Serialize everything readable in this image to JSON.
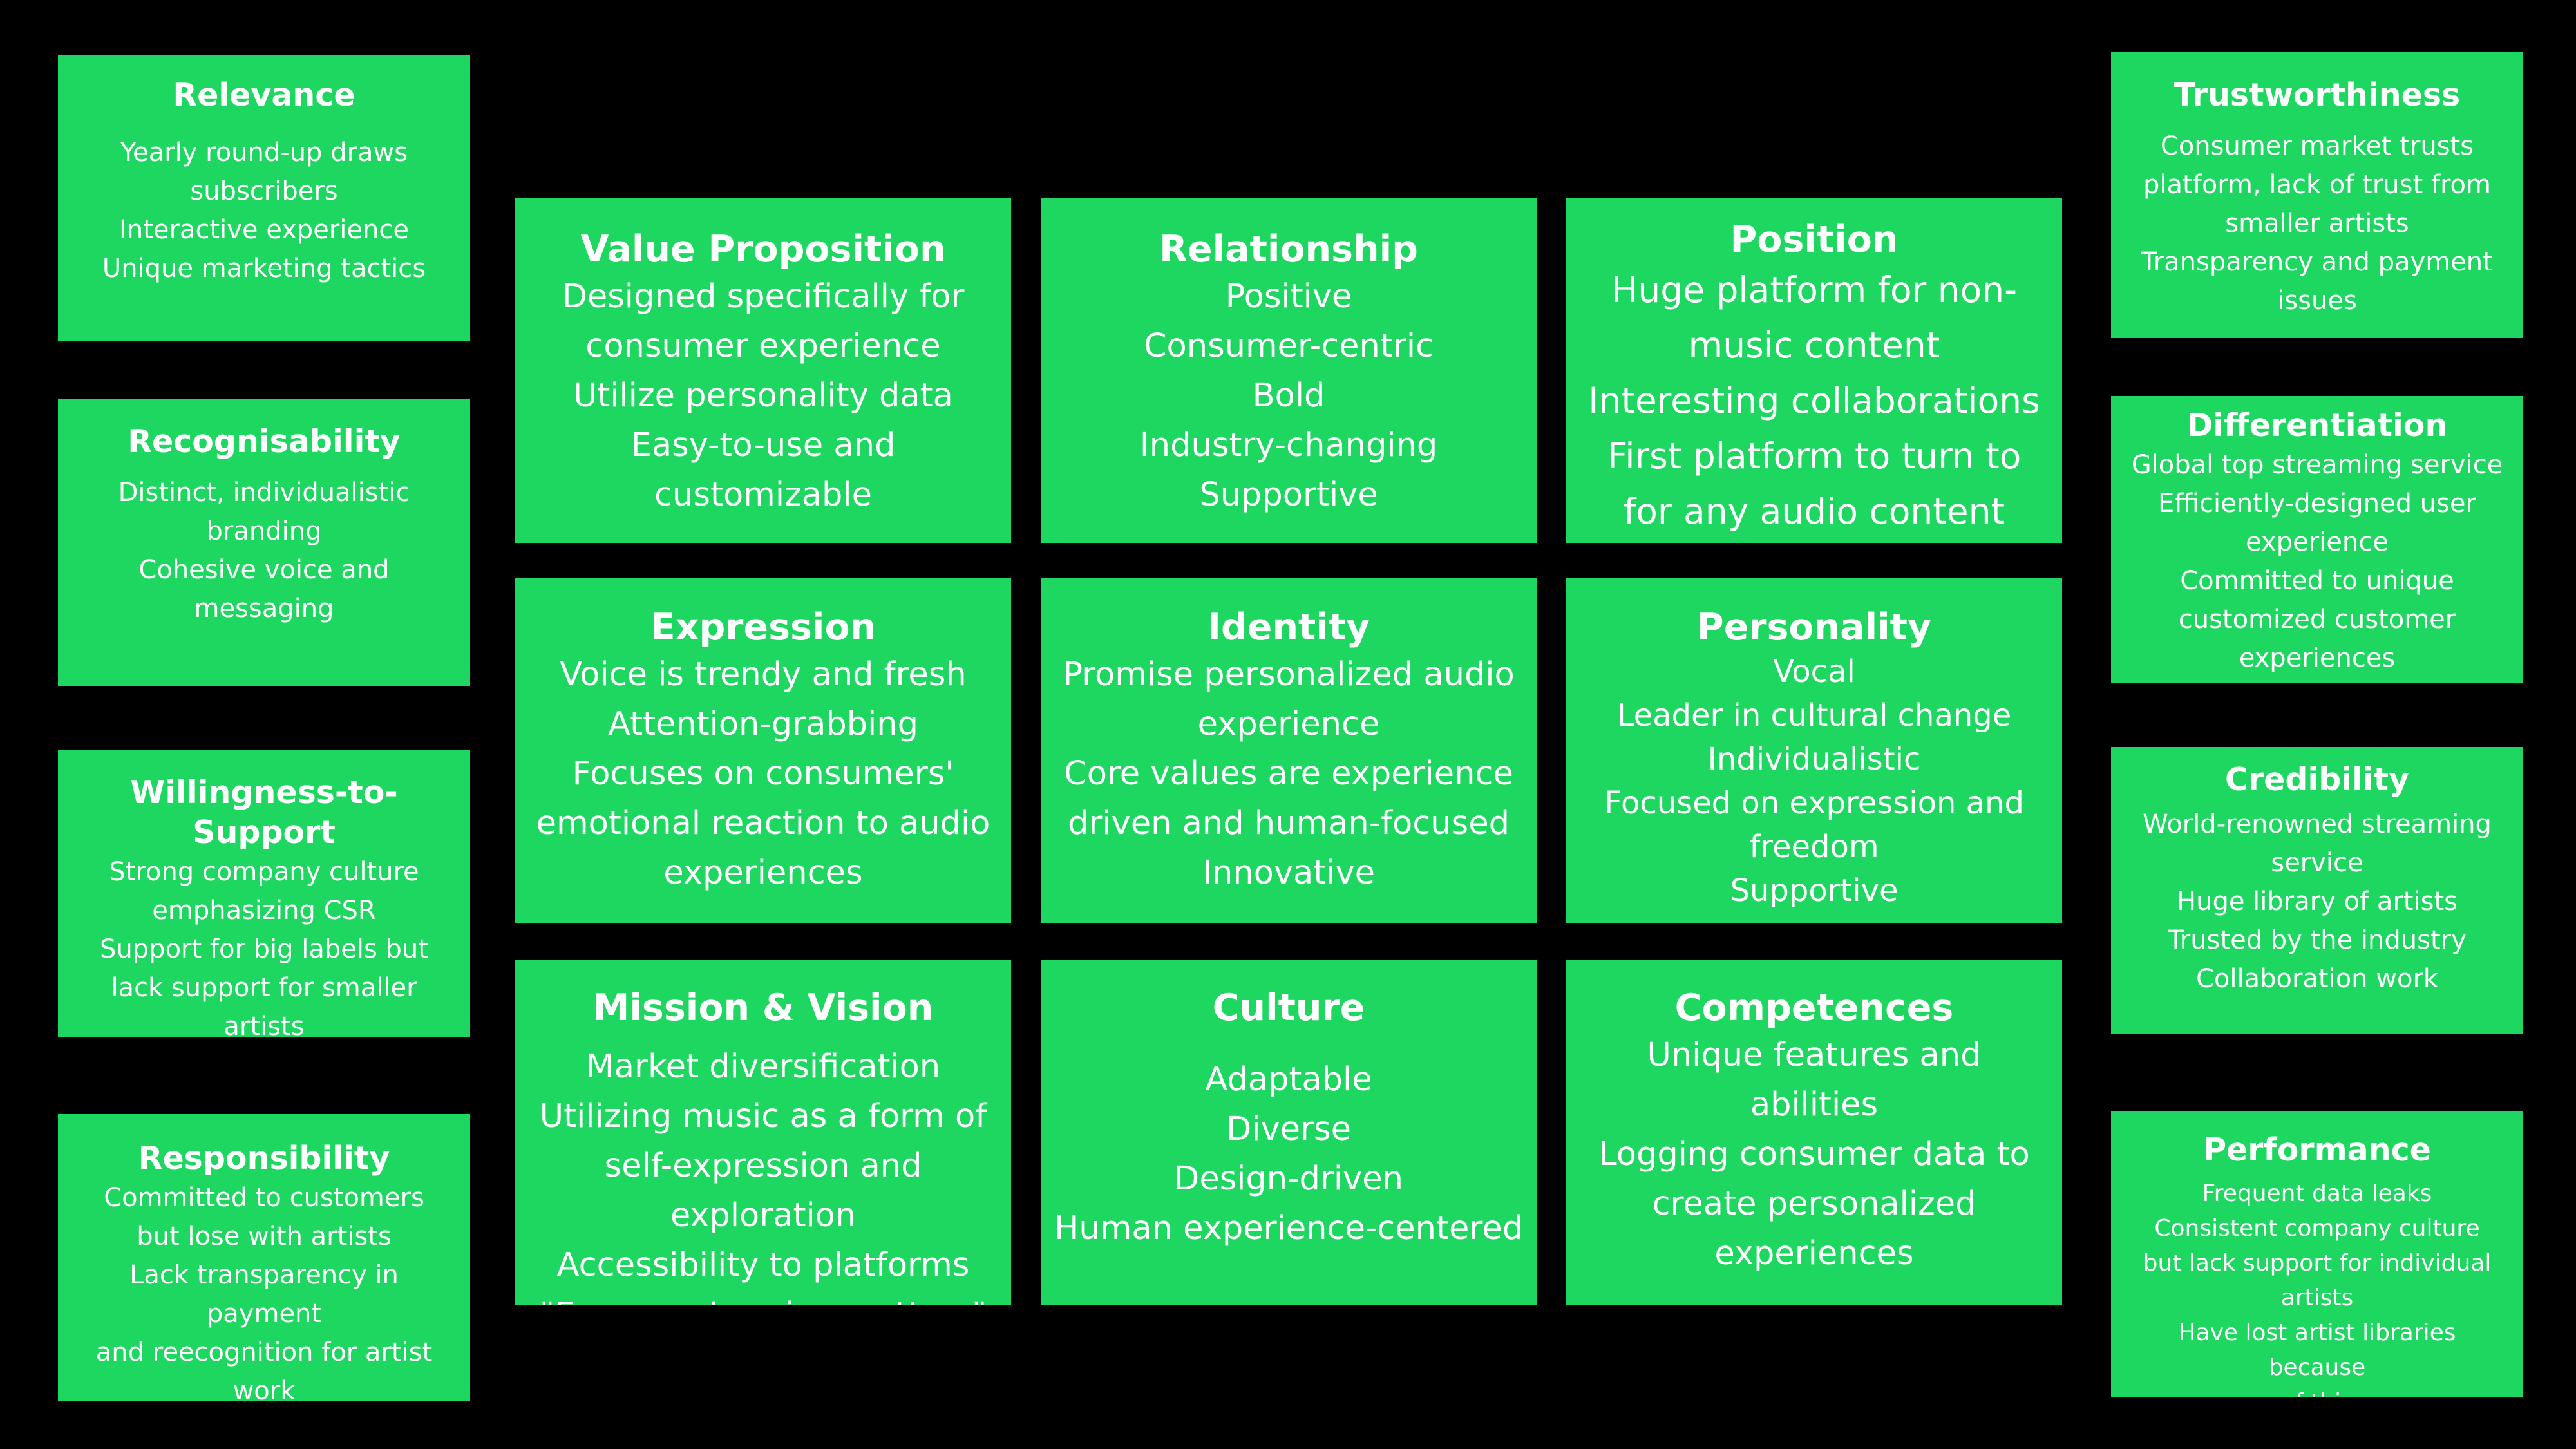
{
  "colors": {
    "background": "#000000",
    "box": "#1ed760",
    "text": "#ffffff"
  },
  "left": {
    "relevance": {
      "title": "Relevance",
      "lines": [
        "Yearly round-up draws",
        "subscribers",
        "Interactive experience",
        "Unique marketing tactics"
      ]
    },
    "recognisability": {
      "title": "Recognisability",
      "lines": [
        "Distinct, individualistic",
        "branding",
        "Cohesive voice and messaging"
      ]
    },
    "willingness": {
      "title": "Willingness-to-Support",
      "lines": [
        "Strong company culture",
        "emphasizing CSR",
        "Support for big labels but",
        "lack support for smaller",
        "artists"
      ]
    },
    "responsibility": {
      "title": "Responsibility",
      "lines": [
        "Committed to customers",
        "but lose with artists",
        "Lack transparency in payment",
        "and reecognition for artist",
        "work"
      ]
    }
  },
  "right": {
    "trustworthiness": {
      "title": "Trustworthiness",
      "lines": [
        "Consumer market trusts",
        "platform, lack of trust from",
        "smaller artists",
        "Transparency and payment",
        "issues"
      ]
    },
    "differentiation": {
      "title": "Differentiation",
      "lines": [
        "Global top streaming service",
        "Efficiently-designed user",
        "experience",
        "Committed to unique",
        "customized customer",
        "experiences"
      ]
    },
    "credibility": {
      "title": "Credibility",
      "lines": [
        "World-renowned streaming",
        "service",
        "Huge library of artists",
        "Trusted by the industry",
        "Collaboration work"
      ]
    },
    "performance": {
      "title": "Performance",
      "lines": [
        "Frequent data leaks",
        "Consistent company culture",
        "but lack support for individual",
        "artists",
        "Have lost artist libraries because",
        "of this"
      ]
    }
  },
  "center": {
    "value_proposition": {
      "title": "Value Proposition",
      "lines": [
        "Designed specifically for",
        "consumer experience",
        "Utilize personality data",
        "Easy-to-use and",
        "customizable"
      ]
    },
    "relationship": {
      "title": "Relationship",
      "lines": [
        "Positive",
        "Consumer-centric",
        "Bold",
        "Industry-changing",
        "Supportive"
      ]
    },
    "position": {
      "title": "Position",
      "lines": [
        "Huge platform for non-",
        "music content",
        "Interesting collaborations",
        "First platform to turn to",
        "for any audio content"
      ]
    },
    "expression": {
      "title": "Expression",
      "lines": [
        "Voice is trendy and fresh",
        "Attention-grabbing",
        "Focuses on consumers'",
        "emotional reaction to audio",
        "experiences"
      ]
    },
    "identity": {
      "title": "Identity",
      "lines": [
        "Promise personalized audio",
        "experience",
        "Core values are experience",
        "driven and human-focused",
        "Innovative"
      ]
    },
    "personality": {
      "title": "Personality",
      "lines": [
        "Vocal",
        "Leader in cultural change",
        "Individualistic",
        "Focused on expression and",
        "freedom",
        "Supportive"
      ]
    },
    "mission_vision": {
      "title": "Mission & Vision",
      "lines": [
        "Market diversification",
        "Utilizing music as a form of",
        "self-expression and exploration",
        "Accessibility to platforms",
        "\"Everyone's voice matters\""
      ]
    },
    "culture": {
      "title": "Culture",
      "lines": [
        "Adaptable",
        "Diverse",
        "Design-driven",
        "Human experience-centered"
      ]
    },
    "competences": {
      "title": "Competences",
      "lines": [
        "Unique features and",
        "abilities",
        "Logging consumer data to",
        "create personalized",
        "experiences"
      ]
    }
  }
}
